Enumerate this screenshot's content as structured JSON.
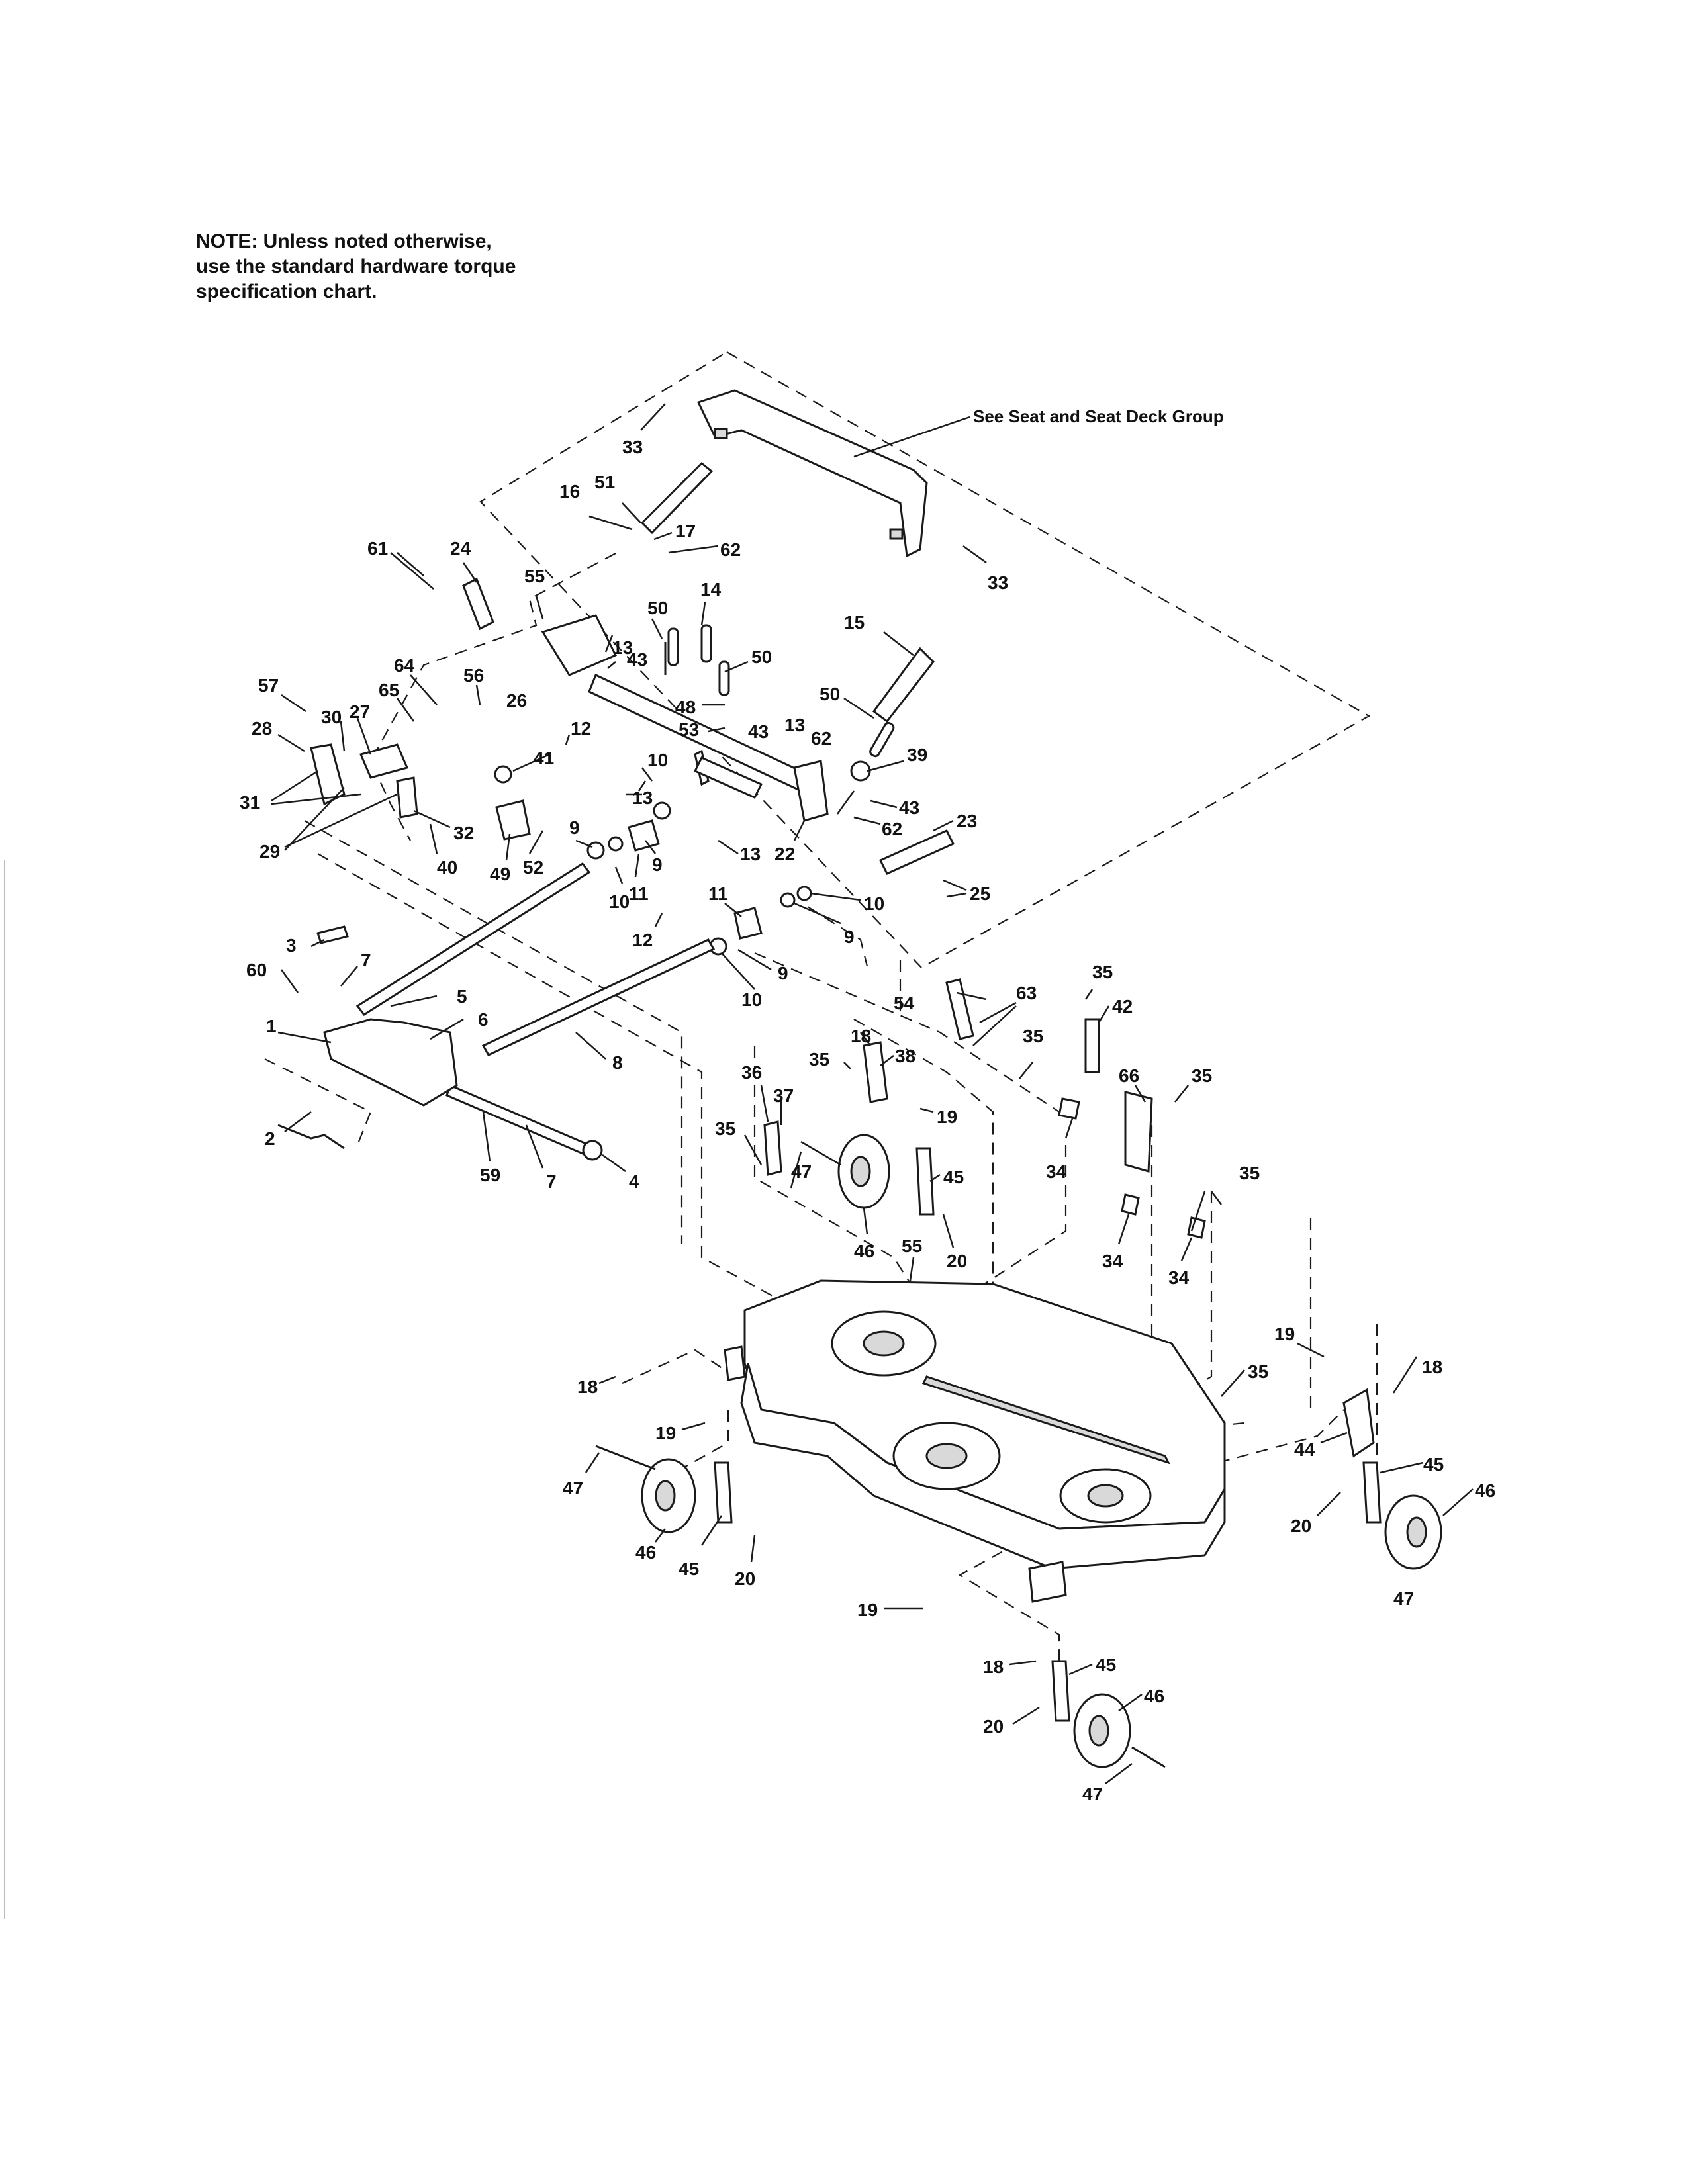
{
  "note": {
    "lines": [
      "NOTE: Unless noted otherwise,",
      "use the standard hardware torque",
      "specification chart."
    ]
  },
  "reference": {
    "label": "See Seat and Seat Deck Group"
  },
  "callouts": {
    "c33a": "33",
    "c33b": "33",
    "c51": "51",
    "c16": "16",
    "c17": "17",
    "c62a": "62",
    "c61": "61",
    "c24": "24",
    "c55a": "55",
    "c50a": "50",
    "c14": "14",
    "c15": "15",
    "c13a": "13",
    "c43a": "43",
    "c50b": "50",
    "c64": "64",
    "c56": "56",
    "c26": "26",
    "c48": "48",
    "c53": "53",
    "c57": "57",
    "c65": "65",
    "c30": "30",
    "c27": "27",
    "c28": "28",
    "c50c": "50",
    "c43b": "43",
    "c13b": "13",
    "c62b": "62",
    "c39": "39",
    "c12a": "12",
    "c41": "41",
    "c10a": "10",
    "c13c": "13",
    "c43c": "43",
    "c62c": "62",
    "c31": "31",
    "c29": "29",
    "c32": "32",
    "c40": "40",
    "c49": "49",
    "c52": "52",
    "c9a": "9",
    "c9b": "9",
    "c13d": "13",
    "c22": "22",
    "c23": "23",
    "c25": "25",
    "c10b": "10",
    "c11a": "11",
    "c11b": "11",
    "c10c": "10",
    "c9c": "9",
    "c12b": "12",
    "c3": "3",
    "c7a": "7",
    "c60": "60",
    "c5": "5",
    "c6": "6",
    "c1": "1",
    "c9d": "9",
    "c10d": "10",
    "c8": "8",
    "c2": "2",
    "c59": "59",
    "c7b": "7",
    "c4": "4",
    "c63": "63",
    "c35a": "35",
    "c54": "54",
    "c42": "42",
    "c35b": "35",
    "c18a": "18",
    "c35c": "35",
    "c38": "38",
    "c36": "36",
    "c37": "37",
    "c19a": "19",
    "c66": "66",
    "c35d": "35",
    "c35e": "35",
    "c47a": "47",
    "c45a": "45",
    "c34a": "34",
    "c35f": "35",
    "c46a": "46",
    "c20a": "20",
    "c55b": "55",
    "c34b": "34",
    "c34c": "34",
    "c19b": "19",
    "c18b": "18",
    "c35g": "35",
    "c18c": "18",
    "c19c": "19",
    "c47b": "47",
    "c44": "44",
    "c45b": "45",
    "c46b": "46",
    "c20b": "20",
    "c46c": "46",
    "c45c": "45",
    "c20c": "20",
    "c47c": "47",
    "c19d": "19",
    "c18d": "18",
    "c45d": "45",
    "c20d": "20",
    "c46d": "46",
    "c47d": "47"
  }
}
